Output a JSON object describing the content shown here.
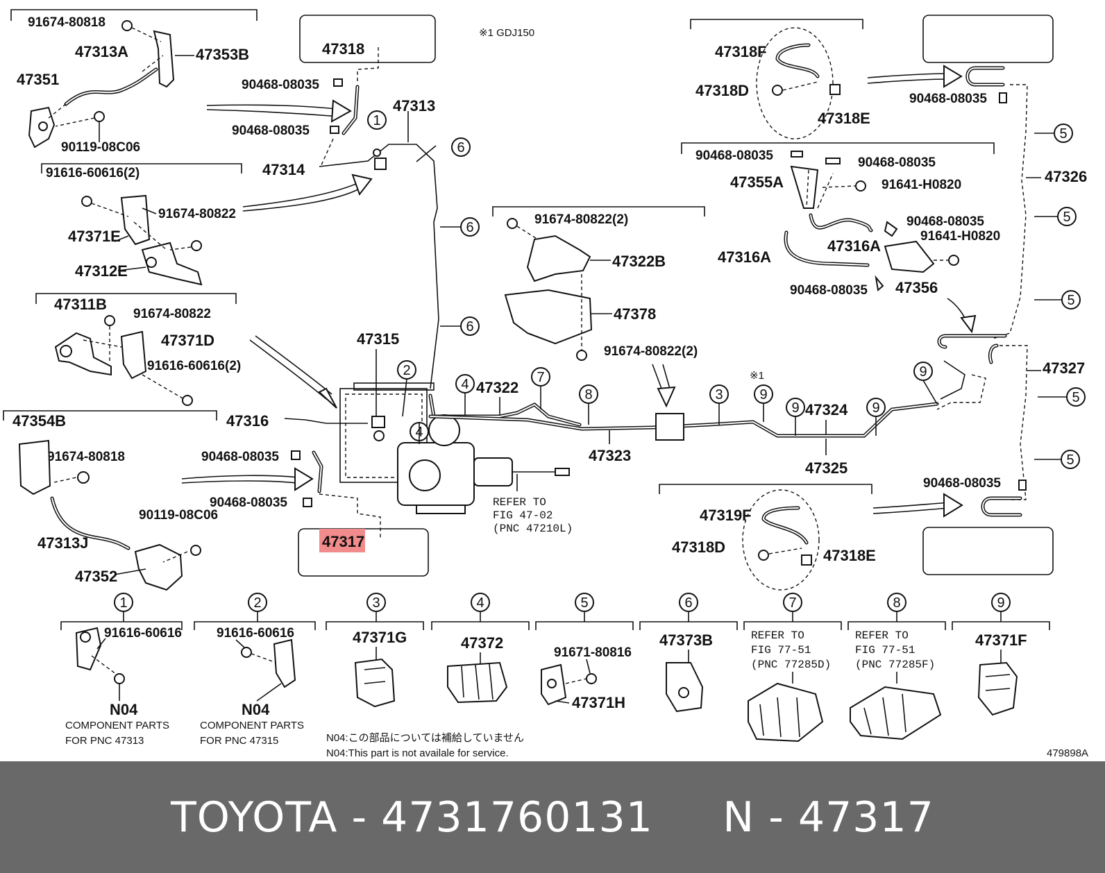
{
  "diagram": {
    "labels": {
      "l_91674_80818_a": "91674-80818",
      "l_47313A": "47313A",
      "l_47353B": "47353B",
      "l_47351": "47351",
      "l_90119_08C06_a": "90119-08C06",
      "l_91616_60616_2a": "91616-60616(2)",
      "l_91674_80822_a": "91674-80822",
      "l_47371E": "47371E",
      "l_47312E": "47312E",
      "l_47311B": "47311B",
      "l_91674_80822_b": "91674-80822",
      "l_47371D": "47371D",
      "l_91616_60616_2b": "91616-60616(2)",
      "l_47354B": "47354B",
      "l_91674_80818_b": "91674-80818",
      "l_47313J": "47313J",
      "l_90119_08C06_b": "90119-08C06",
      "l_47352": "47352",
      "l_47318": "47318",
      "l_90468_a": "90468-08035",
      "l_90468_b": "90468-08035",
      "l_47313": "47313",
      "l_47314": "47314",
      "l_gdj": "※1 GDJ150",
      "l_47315": "47315",
      "l_47316": "47316",
      "l_90468_c": "90468-08035",
      "l_90468_d": "90468-08035",
      "l_47317": "47317",
      "l_47322": "47322",
      "l_47323": "47323",
      "l_refer1": "REFER TO",
      "l_refer2": "FIG 47-02",
      "l_refer3": "(PNC 47210L)",
      "l_91674_80822_2a": "91674-80822(2)",
      "l_47322B": "47322B",
      "l_47378": "47378",
      "l_91674_80822_2b": "91674-80822(2)",
      "l_ast1": "※1",
      "l_47324": "47324",
      "l_47325": "47325",
      "l_47318F": "47318F",
      "l_47318D_a": "47318D",
      "l_47318E_a": "47318E",
      "l_90468_e": "90468-08035",
      "l_90468_f": "90468-08035",
      "l_90468_g": "90468-08035",
      "l_47355A": "47355A",
      "l_91641_a": "91641-H0820",
      "l_90468_h": "90468-08035",
      "l_47316A_a": "47316A",
      "l_91641_b": "91641-H0820",
      "l_47316A_b": "47316A",
      "l_90468_i": "90468-08035",
      "l_47356": "47356",
      "l_47326": "47326",
      "l_47327": "47327",
      "l_90468_j": "90468-08035",
      "l_47319F": "47319F",
      "l_47318D_b": "47318D",
      "l_47318E_b": "47318E",
      "l_c1_pn": "91616-60616",
      "l_c1_n04": "N04",
      "l_c1_a": "COMPONENT PARTS",
      "l_c1_b": "FOR PNC 47313",
      "l_c2_pn": "91616-60616",
      "l_c2_n04": "N04",
      "l_c2_a": "COMPONENT PARTS",
      "l_c2_b": "FOR PNC 47315",
      "l_c3": "47371G",
      "l_c4": "47372",
      "l_c5a": "91671-80816",
      "l_c5b": "47371H",
      "l_c6": "47373B",
      "l_c7a": "REFER TO",
      "l_c7b": "FIG 77-51",
      "l_c7c": "(PNC 77285D)",
      "l_c8a": "REFER TO",
      "l_c8b": "FIG 77-51",
      "l_c8c": "(PNC 77285F)",
      "l_c9": "47371F",
      "l_n04_jp": "N04:この部品については補給していません",
      "l_n04_en": "N04:This part is not availale for service.",
      "l_fig": "479898A"
    },
    "callouts": [
      "1",
      "2",
      "3",
      "4",
      "5",
      "6",
      "7",
      "8",
      "9"
    ],
    "highlight_color": "#f28b8b"
  },
  "footer": {
    "text": "TOYOTA - 4731760131     N - 47317"
  }
}
